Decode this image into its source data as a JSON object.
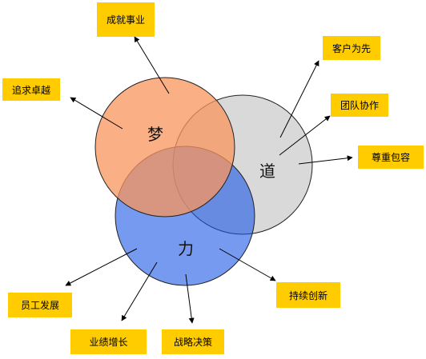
{
  "circles": {
    "dream": {
      "label": "梦",
      "color": "#f9945c"
    },
    "way": {
      "label": "道",
      "color": "#d9d9d9"
    },
    "power": {
      "label": "力",
      "color": "#1a56e6"
    }
  },
  "labels": {
    "career": "成就事业",
    "excellence": "追求卓越",
    "customer_first": "客户为先",
    "teamwork": "团队协作",
    "respect": "尊重包容",
    "employee_growth": "员工发展",
    "sustained_innovation": "持续创新",
    "performance_growth": "业绩增长",
    "strategy": "战略决策"
  },
  "colors": {
    "label_box": "#ffcc00",
    "arrow": "#000000"
  }
}
